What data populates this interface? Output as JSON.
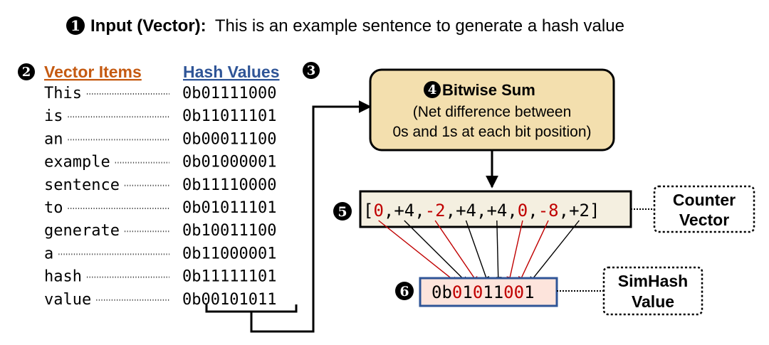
{
  "input": {
    "marker": "1",
    "label": "Input (Vector):",
    "sentence": "This is an example sentence to generate a hash value"
  },
  "columns": {
    "items_marker": "2",
    "items_header": "Vector Items",
    "hashes_header": "Hash Values",
    "hashes_marker": "3"
  },
  "rows": [
    {
      "word": "This",
      "hash": "0b01111000"
    },
    {
      "word": "is",
      "hash": "0b11011101"
    },
    {
      "word": "an",
      "hash": "0b00011100"
    },
    {
      "word": "example",
      "hash": "0b01000001"
    },
    {
      "word": "sentence",
      "hash": "0b11110000"
    },
    {
      "word": "to",
      "hash": "0b01011101"
    },
    {
      "word": "generate",
      "hash": "0b10011100"
    },
    {
      "word": "a",
      "hash": "0b11000001"
    },
    {
      "word": "hash",
      "hash": "0b11111101"
    },
    {
      "word": "value",
      "hash": "0b00101011"
    }
  ],
  "bitwise_sum": {
    "marker": "4",
    "title": "Bitwise Sum",
    "line1": "(Net difference between",
    "line2": "0s and 1s at each bit position)"
  },
  "counter": {
    "marker": "5",
    "open": "[",
    "close": "]",
    "sep": ",",
    "values": [
      "0",
      "+4",
      "-2",
      "+4",
      "+4",
      "0",
      "-8",
      "+2"
    ],
    "label1": "Counter",
    "label2": "Vector"
  },
  "simhash": {
    "marker": "6",
    "prefix": "0b",
    "bits": [
      "0",
      "1",
      "0",
      "1",
      "1",
      "0",
      "0",
      "1"
    ],
    "label1": "SimHash",
    "label2": "Value"
  },
  "colors": {
    "items_header": "#c55a11",
    "hashes_header": "#2f5597",
    "highlight_red": "#c00000",
    "box_tan_fill": "#f3dfae",
    "box_cream_fill": "#f4efe0",
    "box_pink_fill": "#fde4dc",
    "box_blue_border": "#2f5597",
    "dot_gray": "#444444"
  }
}
